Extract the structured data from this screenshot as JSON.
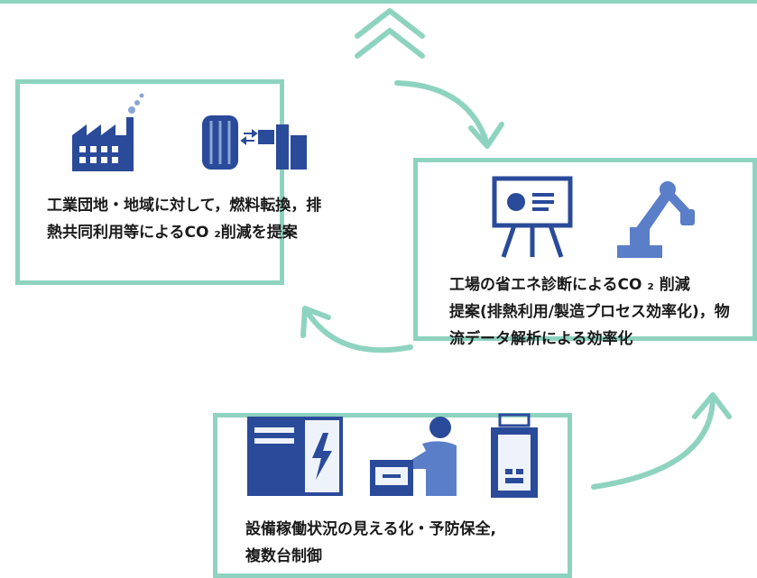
{
  "accent_color": "#8ed3c0",
  "icon_color": "#2a4a9a",
  "cards": [
    {
      "icons": [
        "factory-icon",
        "plant-equipment-icon"
      ],
      "lines": [
        "工業団地・地域に対して，燃料転換，排",
        "熱共同利用等によるCO ₂削減を提案"
      ]
    },
    {
      "icons": [
        "presentation-board-icon",
        "robot-arm-icon"
      ],
      "lines": [
        "工場の省エネ診断によるCO ₂ 削減",
        "提案(排熱利用/製造プロセス効率化)，物",
        "流データ解析による効率化"
      ]
    },
    {
      "icons": [
        "electrical-cabinet-icon",
        "worker-carrying-box-icon",
        "battery-unit-icon"
      ],
      "lines": [
        "設備稼働状況の見える化・予防保全,",
        "複数台制御"
      ]
    }
  ]
}
